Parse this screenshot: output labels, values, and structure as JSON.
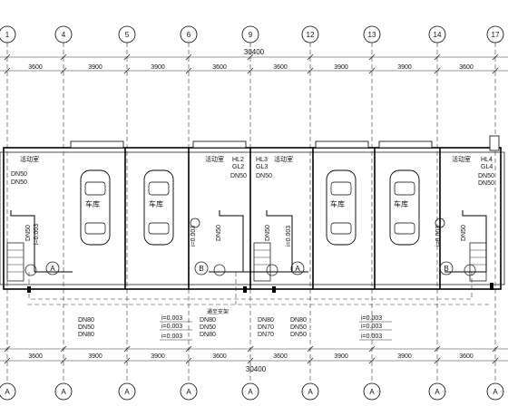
{
  "top_axes": [
    "1",
    "4",
    "5",
    "6",
    "9",
    "12",
    "13",
    "14",
    "17"
  ],
  "bottom_axes": [
    "A",
    "A",
    "A",
    "A",
    "A",
    "A",
    "A",
    "A",
    "A"
  ],
  "dims_top": [
    "3600",
    "3900",
    "3900",
    "3600",
    "3600",
    "3900",
    "3900",
    "3600"
  ],
  "dims_bottom": [
    "3600",
    "3900",
    "3900",
    "3600",
    "3600",
    "3900",
    "3900",
    "3600"
  ],
  "total_top": "30400",
  "total_bottom": "30400",
  "rooms": [
    {
      "label": "活动室"
    },
    {
      "label": "车库"
    },
    {
      "label": "活动室"
    },
    {
      "label": "活动室"
    },
    {
      "label": "车库"
    },
    {
      "label": "活动室"
    }
  ],
  "pipe_tags": {
    "hl2": "HL2",
    "gl2": "GL2",
    "hl3": "HL3",
    "gl3": "GL3",
    "hl4": "HL4",
    "gl4": "GL4"
  },
  "dn50": "DN50",
  "slope": "i=0.003",
  "circle_a": "A",
  "circle_b": "B",
  "bottom_groups": [
    [
      "DN80",
      "DN50",
      "DN80"
    ],
    [
      "DN80",
      "DN50",
      "DN80"
    ],
    [
      "DN80",
      "DN70",
      "DN70"
    ],
    [
      "DN80",
      "DN50",
      "DN50"
    ]
  ],
  "slopes_bottom": [
    "i=0.003",
    "i=0.003",
    "i=0.003",
    "i=0.003",
    "i=0.003",
    "i=0.003"
  ],
  "note": "通至支架"
}
